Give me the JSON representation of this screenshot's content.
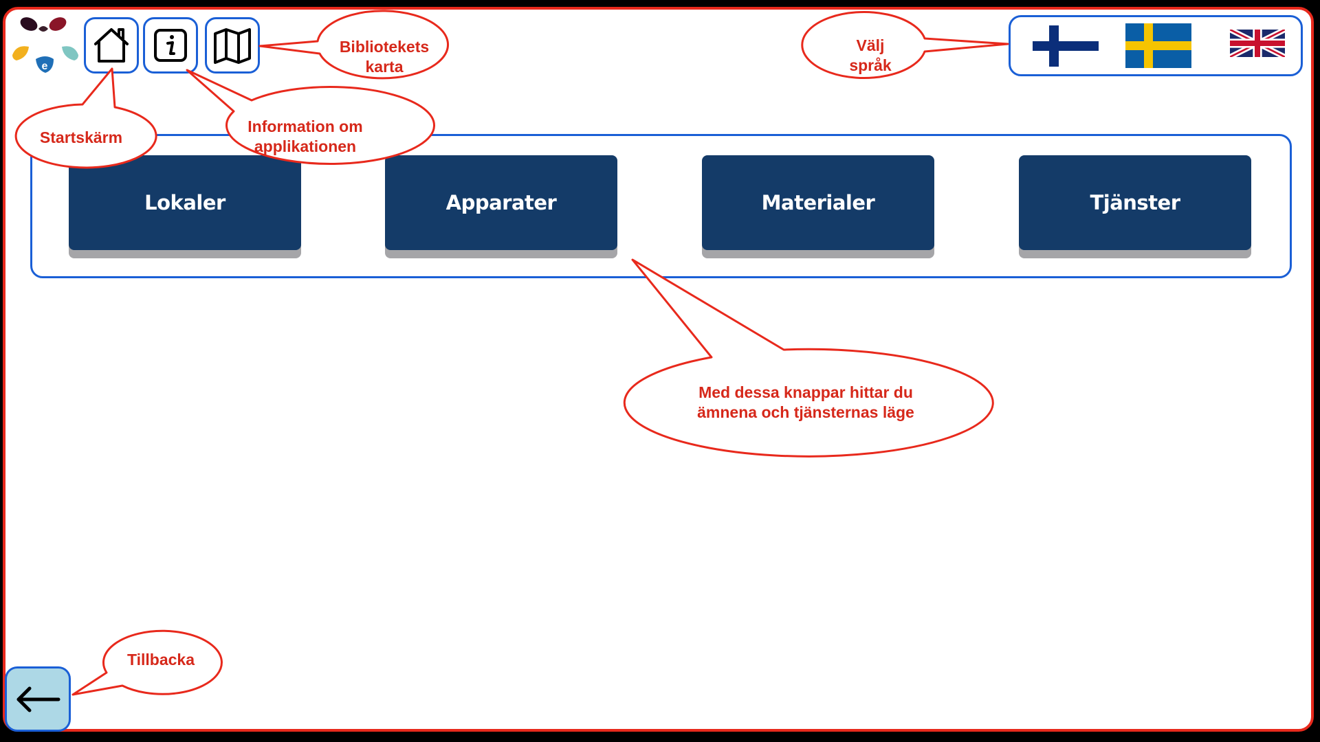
{
  "header": {
    "nav": {
      "home_icon": "home-icon",
      "info_icon": "info-icon",
      "map_icon": "map-icon"
    },
    "languages": [
      {
        "code": "fi",
        "icon": "finland-flag-icon"
      },
      {
        "code": "sv",
        "icon": "sweden-flag-icon",
        "selected": true
      },
      {
        "code": "en",
        "icon": "uk-flag-icon"
      }
    ]
  },
  "categories": [
    {
      "label": "Lokaler"
    },
    {
      "label": "Apparater"
    },
    {
      "label": "Materialer"
    },
    {
      "label": "Tjänster"
    }
  ],
  "back": {
    "icon": "arrow-left-icon"
  },
  "callouts": {
    "map": {
      "line1": "Bibliotekets",
      "line2": "karta"
    },
    "language": {
      "line1": "Välj",
      "line2": "språk"
    },
    "home": {
      "line1": "Startskärm"
    },
    "info": {
      "line1": "Information om",
      "line2": "applikationen"
    },
    "categories": {
      "line1": "Med dessa knappar hittar du",
      "line2": "ämnena och tjänsternas läge"
    },
    "back": {
      "line1": "Tillbacka"
    }
  },
  "colors": {
    "frame_border": "#e8291c",
    "accent_blue": "#1a5fd6",
    "button_navy": "#143b68",
    "callout_red": "#d6281a",
    "back_button_bg": "#add8e6"
  }
}
